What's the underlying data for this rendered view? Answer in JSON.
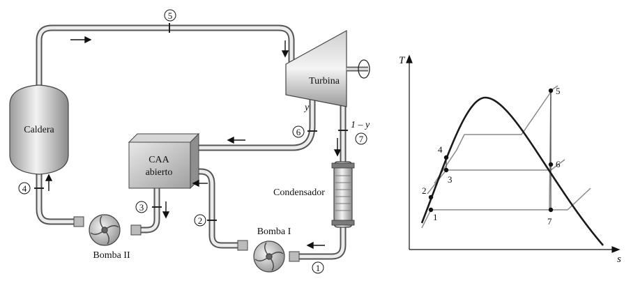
{
  "components": {
    "boiler": "Caldera",
    "turbine": "Turbina",
    "fwh": [
      "CAA",
      "abierto"
    ],
    "condenser": "Condensador",
    "pump1": "Bomba I",
    "pump2": "Bomba II"
  },
  "flow_labels": {
    "y": "y",
    "one_minus_y": "1 – y"
  },
  "state_numbers": [
    "1",
    "2",
    "3",
    "4",
    "5",
    "6",
    "7"
  ],
  "ts_diagram": {
    "x_axis": "s",
    "y_axis": "T",
    "point_labels": [
      "1",
      "2",
      "3",
      "4",
      "5",
      "6",
      "7"
    ]
  },
  "colors": {
    "pipe_dark": "#555555",
    "pipe_light": "#e6e6e6",
    "curve": "#1a1a1a",
    "process": "#888888"
  }
}
